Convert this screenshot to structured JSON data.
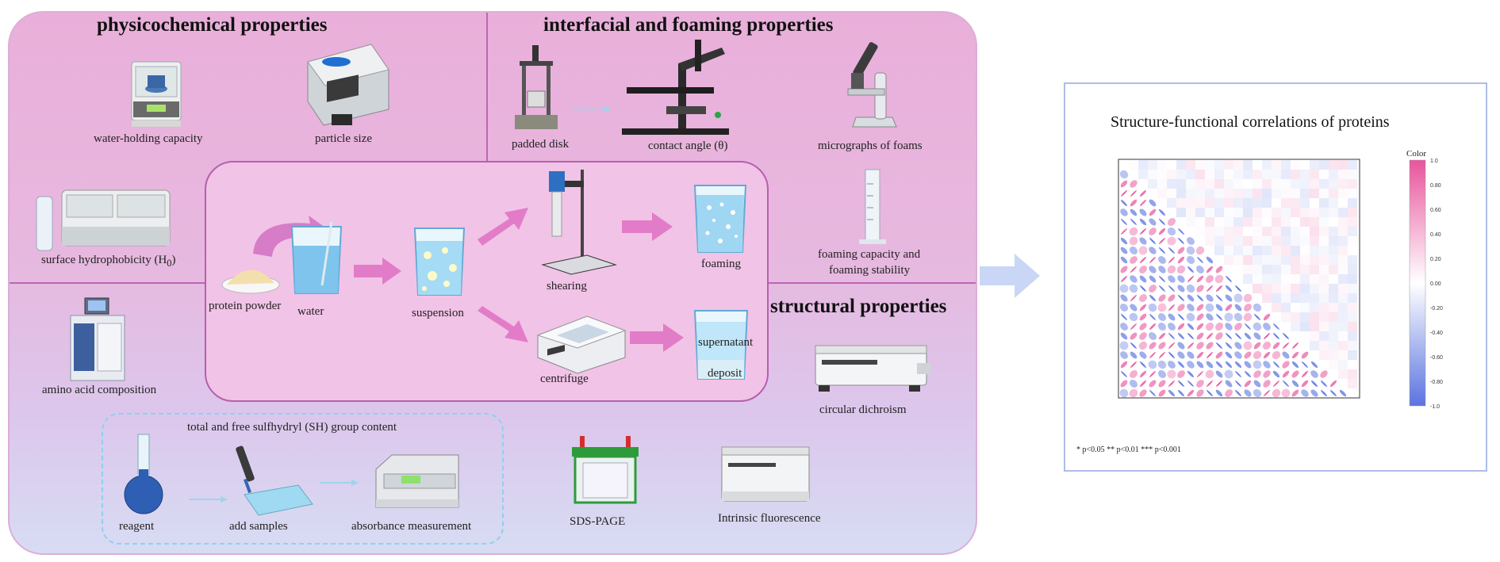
{
  "sections": {
    "physicochemical": "physicochemical properties",
    "interfacial": "interfacial and foaming properties",
    "structural": "structural properties"
  },
  "labels": {
    "water_holding": "water-holding capacity",
    "particle_size": "particle size",
    "surface_hydrophobicity": "surface hydrophobicity (H",
    "surface_hydrophobicity_sub": "0",
    "amino_acid": "amino acid composition",
    "padded_disk": "padded disk",
    "contact_angle": "contact angle (θ)",
    "micrographs": "micrographs of foams",
    "foaming_capacity_1": "foaming capacity and",
    "foaming_capacity_2": "foaming stability",
    "protein_powder": "protein powder",
    "water": "water",
    "suspension": "suspension",
    "shearing": "shearing",
    "foaming": "foaming",
    "centrifuge": "centrifuge",
    "supernatant": "supernatant",
    "deposit": "deposit",
    "circular_dichroism": "circular dichroism",
    "sh_title": "total and free sulfhydryl (SH) group content",
    "reagent": "reagent",
    "add_samples": "add samples",
    "absorbance": "absorbance measurement",
    "sds_page": "SDS-PAGE",
    "intrinsic_fluorescence": "Intrinsic fluorescence"
  },
  "correlation_panel": {
    "title": "Structure-functional correlations of proteins",
    "legend_title": "Color",
    "legend_ticks": [
      "1.0",
      "0.80",
      "0.60",
      "0.40",
      "0.20",
      "0.00",
      "-0.20",
      "-0.40",
      "-0.60",
      "-0.80",
      "-1.0"
    ],
    "footnote": "* p<0.05  ** p<0.01  *** p<0.001",
    "colors": {
      "positive": "#e8559c",
      "negative": "#5b74e0",
      "neutral": "#ffffff"
    }
  },
  "colors": {
    "panel_top": "#e9afda",
    "panel_bottom": "#d7dcf3",
    "center_border": "#b75fae",
    "flow_arrow": "#e27cc8",
    "small_arrow": "#9fd3ee",
    "big_arrow": "#c9d6f6"
  }
}
